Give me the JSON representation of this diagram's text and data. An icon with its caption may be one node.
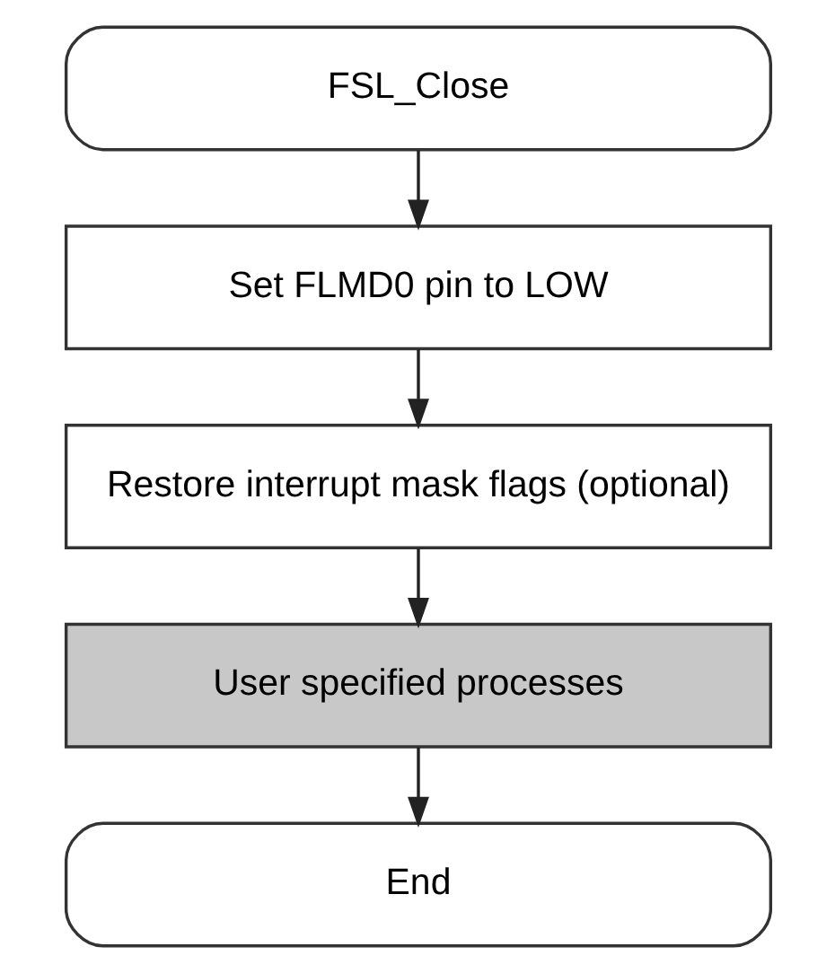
{
  "diagram": {
    "nodes": [
      {
        "text": [
          "FSL_Close"
        ]
      },
      {
        "text": [
          "Set FLMD0 pin to LOW"
        ]
      },
      {
        "text": [
          "Restore interrupt mask flags (optional)"
        ]
      },
      {
        "text": [
          "User specified processes"
        ]
      },
      {
        "text": [
          "End"
        ]
      }
    ],
    "edges": [
      {
        "from": 0,
        "to": 1,
        "arrow": "to"
      },
      {
        "from": 1,
        "to": 2,
        "arrow": "to"
      },
      {
        "from": 2,
        "to": 3,
        "arrow": "to"
      },
      {
        "from": 3,
        "to": 4,
        "arrow": "to"
      }
    ]
  }
}
